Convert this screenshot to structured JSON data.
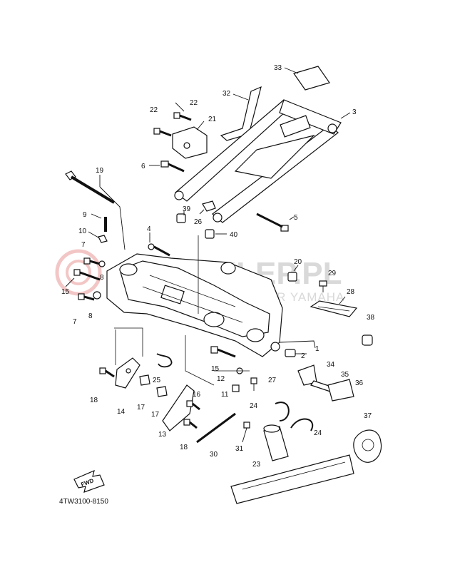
{
  "diagram": {
    "code": "4TW3100-8150",
    "arrow_text": "FWD",
    "callouts": [
      "1",
      "2",
      "3",
      "4",
      "5",
      "6",
      "7",
      "7",
      "8",
      "8",
      "9",
      "10",
      "11",
      "12",
      "13",
      "14",
      "15",
      "15",
      "16",
      "17",
      "17",
      "18",
      "18",
      "19",
      "20",
      "21",
      "22",
      "22",
      "23",
      "24",
      "24",
      "25",
      "26",
      "27",
      "28",
      "29",
      "30",
      "31",
      "32",
      "33",
      "34",
      "35",
      "36",
      "37",
      "38",
      "39",
      "40"
    ]
  },
  "watermark": {
    "main": "SKLEP.PL",
    "sub": "WORLDWIDE DEALER YAMAHA"
  }
}
